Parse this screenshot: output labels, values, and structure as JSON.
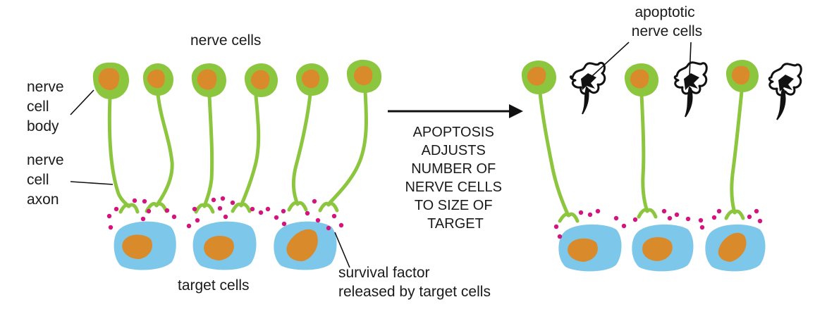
{
  "labels": {
    "nerve_cells": "nerve cells",
    "nerve_cell_body": [
      "nerve",
      "cell",
      "body"
    ],
    "nerve_cell_axon": [
      "nerve",
      "cell",
      "axon"
    ],
    "target_cells": "target cells",
    "survival_factor": [
      "survival factor",
      "released by target cells"
    ],
    "apoptotic": [
      "apoptotic",
      "nerve cells"
    ]
  },
  "arrow_caption": [
    "APOPTOSIS",
    "ADJUSTS",
    "NUMBER OF",
    "NERVE CELLS",
    "TO SIZE OF",
    "TARGET"
  ],
  "colors": {
    "neuron": "#8cc63f",
    "nucleus": "#d98a2b",
    "target": "#7cc7ea",
    "survival_factor": "#d4147c",
    "dead_cell": "#111111"
  }
}
